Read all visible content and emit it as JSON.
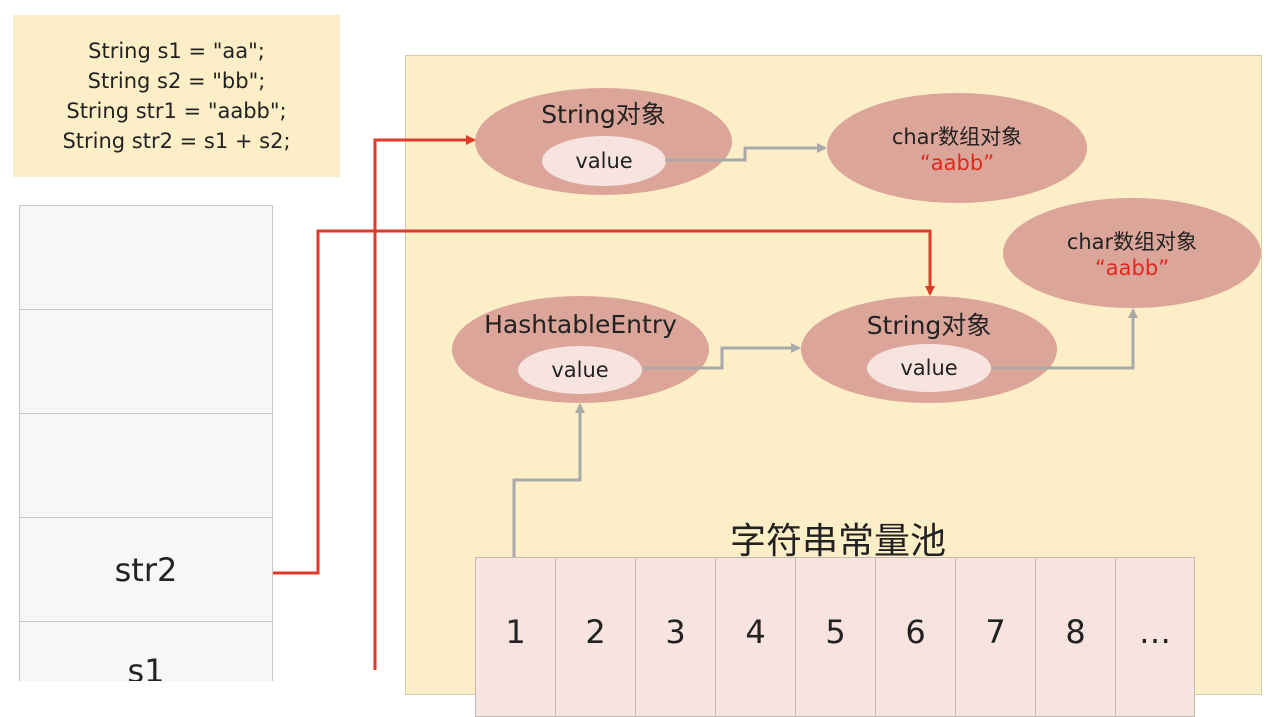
{
  "code": {
    "lines": [
      "String s1 = \"aa\";",
      "String s2 = \"bb\";",
      "String str1 = \"aabb\";",
      "String str2 = s1 + s2;"
    ]
  },
  "stack": {
    "cells": [
      "",
      "",
      "",
      "str2",
      "s1"
    ]
  },
  "heap": {
    "string_obj_top": {
      "title": "String对象",
      "field": "value"
    },
    "char_array_top": {
      "title": "char数组对象",
      "value": "“aabb”"
    },
    "char_array_right": {
      "title": "char数组对象",
      "value": "“aabb”"
    },
    "hashtable_entry": {
      "title": "HashtableEntry",
      "field": "value"
    },
    "string_obj_mid": {
      "title": "String对象",
      "field": "value"
    },
    "pool_title": "字符串常量池",
    "pool_cells": [
      "1",
      "2",
      "3",
      "4",
      "5",
      "6",
      "7",
      "8",
      "…"
    ]
  },
  "colors": {
    "red_arrow": "#e03a2a",
    "gray_arrow": "#a9a9a9",
    "oval": "#dca59a",
    "note_bg": "#fcefc7"
  }
}
